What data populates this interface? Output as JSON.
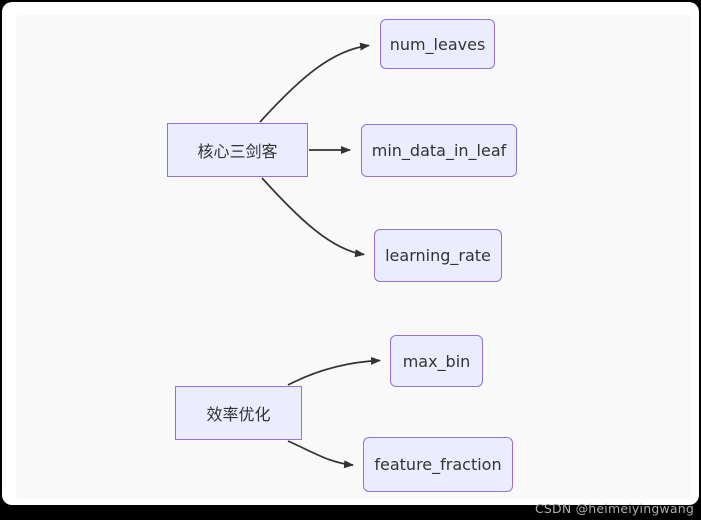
{
  "diagram": {
    "type": "flowchart",
    "direction": "left-to-right",
    "nodes": {
      "core": {
        "label": "核心三剑客",
        "shape": "rectangle"
      },
      "num_leaves": {
        "label": "num_leaves",
        "shape": "rounded"
      },
      "min_data_in_leaf": {
        "label": "min_data_in_leaf",
        "shape": "rounded"
      },
      "learning_rate": {
        "label": "learning_rate",
        "shape": "rounded"
      },
      "efficiency": {
        "label": "效率优化",
        "shape": "rectangle"
      },
      "max_bin": {
        "label": "max_bin",
        "shape": "rounded"
      },
      "feature_fraction": {
        "label": "feature_fraction",
        "shape": "rounded"
      }
    },
    "edges": [
      {
        "from": "核心三剑客",
        "to": "num_leaves"
      },
      {
        "from": "核心三剑客",
        "to": "min_data_in_leaf"
      },
      {
        "from": "核心三剑客",
        "to": "learning_rate"
      },
      {
        "from": "效率优化",
        "to": "max_bin"
      },
      {
        "from": "效率优化",
        "to": "feature_fraction"
      }
    ],
    "colors": {
      "node_fill": "#ECECFF",
      "node_border": "#9370DB",
      "edge": "#333333",
      "text": "#333333",
      "canvas_background": "#f9f9f9",
      "card_background": "#ffffff",
      "page_background": "#000000"
    }
  },
  "watermark": {
    "text": "CSDN @heimeiyingwang"
  }
}
